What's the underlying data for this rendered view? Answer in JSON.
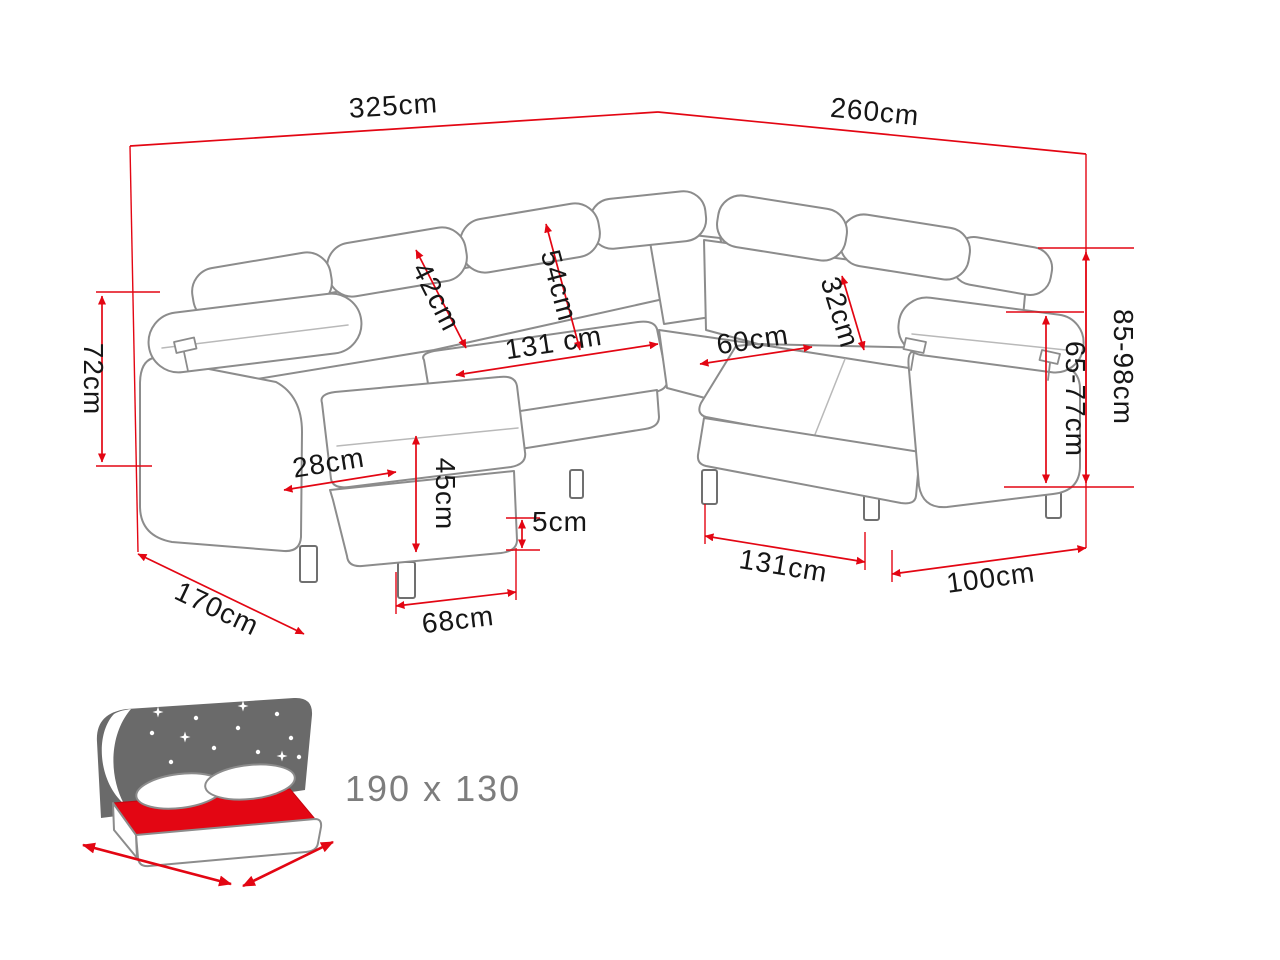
{
  "diagram": {
    "dimensions": {
      "total_width": "325cm",
      "total_depth": "260cm",
      "armrest_height": "72cm",
      "backrest_left": "42cm",
      "backrest_middle": "54cm",
      "backrest_right": "32cm",
      "back_height_range": "85-98cm",
      "seat_back_height_range": "65-77cm",
      "seat_width_left": "131 cm",
      "corner_seat_width": "60cm",
      "armrest_width": "28cm",
      "chaise_cushion_width": "45cm",
      "leg_height": "5cm",
      "chaise_depth": "170cm",
      "chaise_front_width": "68cm",
      "seat_width_right": "131cm",
      "right_section_depth": "100cm"
    },
    "sleeping_area": {
      "icon": "bed-sleeping-function-icon",
      "size": "190 x 130"
    },
    "colors": {
      "dimension_line": "#e30613",
      "sofa_outline": "#8c8c8c",
      "label_text": "#161616",
      "sleeping_label": "#7d7d7d",
      "headboard": "#6a6a6a"
    }
  }
}
